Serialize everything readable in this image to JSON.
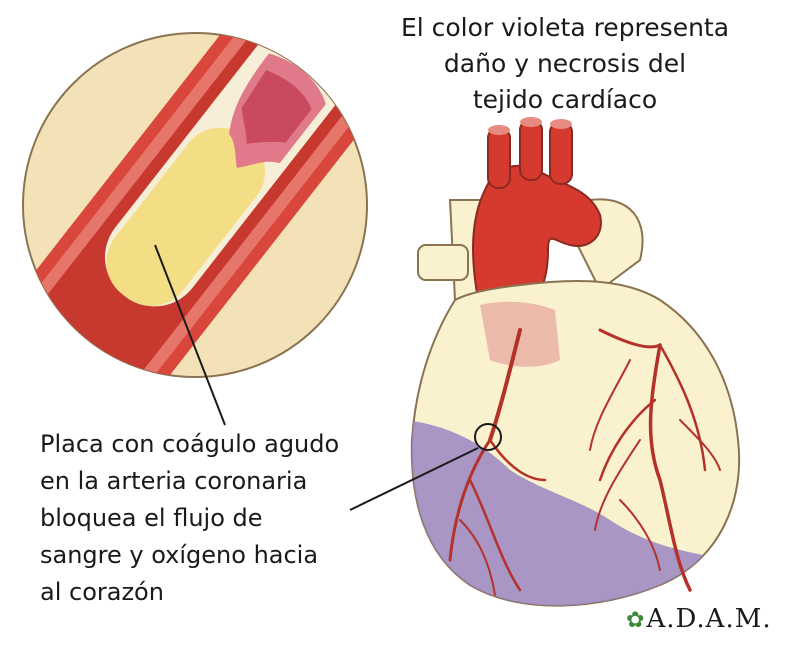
{
  "annotations": {
    "top": [
      "El color violeta representa",
      "daño y necrosis del",
      "tejido cardíaco"
    ],
    "bottom": [
      "Placa con coágulo agudo",
      "en la arteria coronaria",
      "bloquea el flujo de",
      "sangre y oxígeno hacia",
      "al corazón"
    ]
  },
  "brand": {
    "leaf_icon": "✿",
    "name": "A.D.A.M."
  },
  "colors": {
    "inset_bg": "#f3e2b8",
    "artery_red": "#d9473c",
    "artery_dark": "#b82c24",
    "plaque_yellow": "#f3de86",
    "clot_pink": "#e07a8a",
    "heart_cream": "#faf1cf",
    "aorta_red": "#d63a2e",
    "necrosis_violet": "#9a86c2",
    "vessel_red": "#b4322a"
  }
}
